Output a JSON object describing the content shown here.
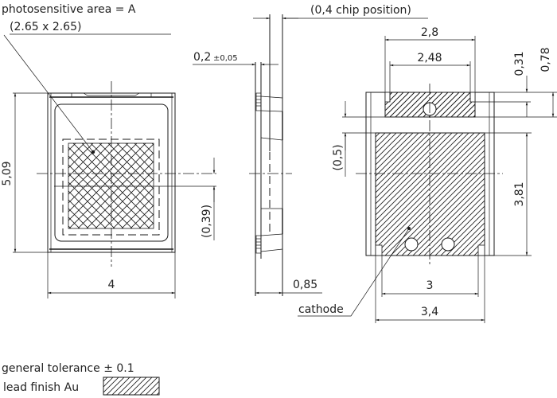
{
  "top_view": {
    "label_line1": "photosensitive area = A",
    "label_line2": "(2.65 x 2.65)",
    "dim_height": "5,09",
    "dim_width": "4",
    "dim_offset": "(0,39)"
  },
  "side_view": {
    "dim_chip_position": "(0,4 chip position)",
    "dim_lead_thickness": "0,2",
    "dim_lead_tolerance": "±0,05",
    "dim_depth": "0,85"
  },
  "bottom_view": {
    "dim_top_pad_outer": "2,8",
    "dim_top_pad_inner": "2,48",
    "dim_notch": "0,31",
    "dim_top_pad_height": "0,78",
    "dim_gap": "(0,5)",
    "dim_bottom_pad_height": "3,81",
    "dim_bottom_pad_inner": "3",
    "dim_bottom_pad_outer": "3,4",
    "cathode_label": "cathode"
  },
  "notes": {
    "tolerance": "general tolerance ± 0.1",
    "lead_finish": "lead finish Au"
  }
}
